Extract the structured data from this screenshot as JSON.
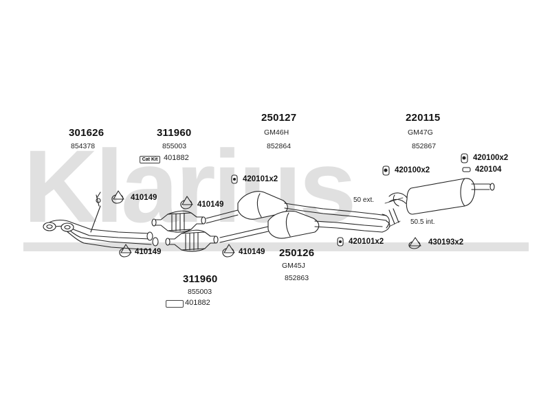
{
  "watermark": {
    "text": "Klarius",
    "color": "#c8c8c8"
  },
  "groups": [
    {
      "part": "301626",
      "sub": "854378"
    },
    {
      "part": "311960",
      "sub": "855003",
      "cat_kit_label": "Cat Kit",
      "cat_kit_code": "401882"
    },
    {
      "part": "250127",
      "sub": "GM46H",
      "code": "852864"
    },
    {
      "part": "220115",
      "sub": "GM47G",
      "code": "852867"
    },
    {
      "part": "250126",
      "sub": "GM45J",
      "code": "852863"
    },
    {
      "part": "311960",
      "sub": "855003",
      "code_partial": "401882"
    }
  ],
  "fittings": {
    "f410149_a": "410149",
    "f410149_b": "410149",
    "f410149_c": "410149",
    "f410149_d": "410149",
    "f420101x2_top": "420101x2",
    "f420101x2_bottom": "420101x2",
    "f420100x2_mid": "420100x2",
    "f420100x2_right": "420100x2",
    "f420104": "420104",
    "f430193x2": "430193x2"
  },
  "notes": {
    "ext50": "50 ext.",
    "int505": "50.5 int."
  }
}
